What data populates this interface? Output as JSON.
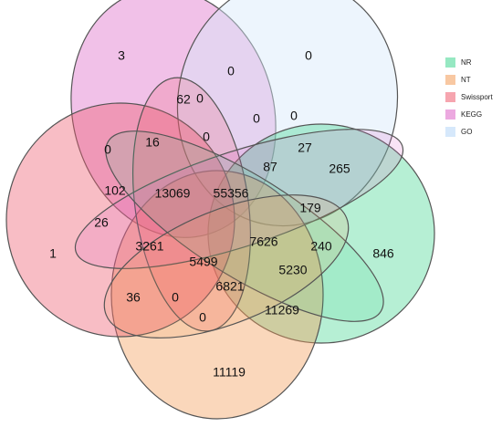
{
  "legend": [
    {
      "key": "nr",
      "label": "NR",
      "color": "#3fd68f"
    },
    {
      "key": "nt",
      "label": "NT",
      "color": "#f39a55"
    },
    {
      "key": "sw",
      "label": "Swissport",
      "color": "#ee5b6d"
    },
    {
      "key": "kegg",
      "label": "KEGG",
      "color": "#dc63c6"
    },
    {
      "key": "go",
      "label": "GO",
      "color": "#d6e8fb"
    }
  ],
  "chart_data": {
    "type": "venn",
    "sets": [
      "NR",
      "NT",
      "Swissport",
      "KEGG",
      "GO"
    ],
    "regions": [
      {
        "name": "kegg-only",
        "value": "3"
      },
      {
        "name": "go-only",
        "value": "0"
      },
      {
        "name": "kegg-go",
        "value": "0"
      },
      {
        "name": "kegg-go-sw-top",
        "value": "62"
      },
      {
        "name": "kegg-go-inner",
        "value": "0"
      },
      {
        "name": "go-sw-upper",
        "value": "0"
      },
      {
        "name": "go-sw-right",
        "value": "0"
      },
      {
        "name": "kegg-sw-left",
        "value": "0"
      },
      {
        "name": "kegg-sw-16",
        "value": "16"
      },
      {
        "name": "kegg-go-sw-center",
        "value": "0"
      },
      {
        "name": "go-nr-27",
        "value": "27"
      },
      {
        "name": "go-nr-265",
        "value": "265"
      },
      {
        "name": "region-87",
        "value": "87"
      },
      {
        "name": "region-102",
        "value": "102"
      },
      {
        "name": "region-13069",
        "value": "13069"
      },
      {
        "name": "region-55356",
        "value": "55356"
      },
      {
        "name": "region-179",
        "value": "179"
      },
      {
        "name": "region-26",
        "value": "26"
      },
      {
        "name": "sw-only",
        "value": "1"
      },
      {
        "name": "region-3261",
        "value": "3261"
      },
      {
        "name": "region-7626",
        "value": "7626"
      },
      {
        "name": "region-240",
        "value": "240"
      },
      {
        "name": "nr-only",
        "value": "846"
      },
      {
        "name": "region-5499",
        "value": "5499"
      },
      {
        "name": "region-5230",
        "value": "5230"
      },
      {
        "name": "region-36",
        "value": "36"
      },
      {
        "name": "region-0-lower",
        "value": "0"
      },
      {
        "name": "region-6821",
        "value": "6821"
      },
      {
        "name": "region-0-bottom",
        "value": "0"
      },
      {
        "name": "region-11269",
        "value": "11269"
      },
      {
        "name": "nt-only",
        "value": "11119"
      }
    ]
  }
}
